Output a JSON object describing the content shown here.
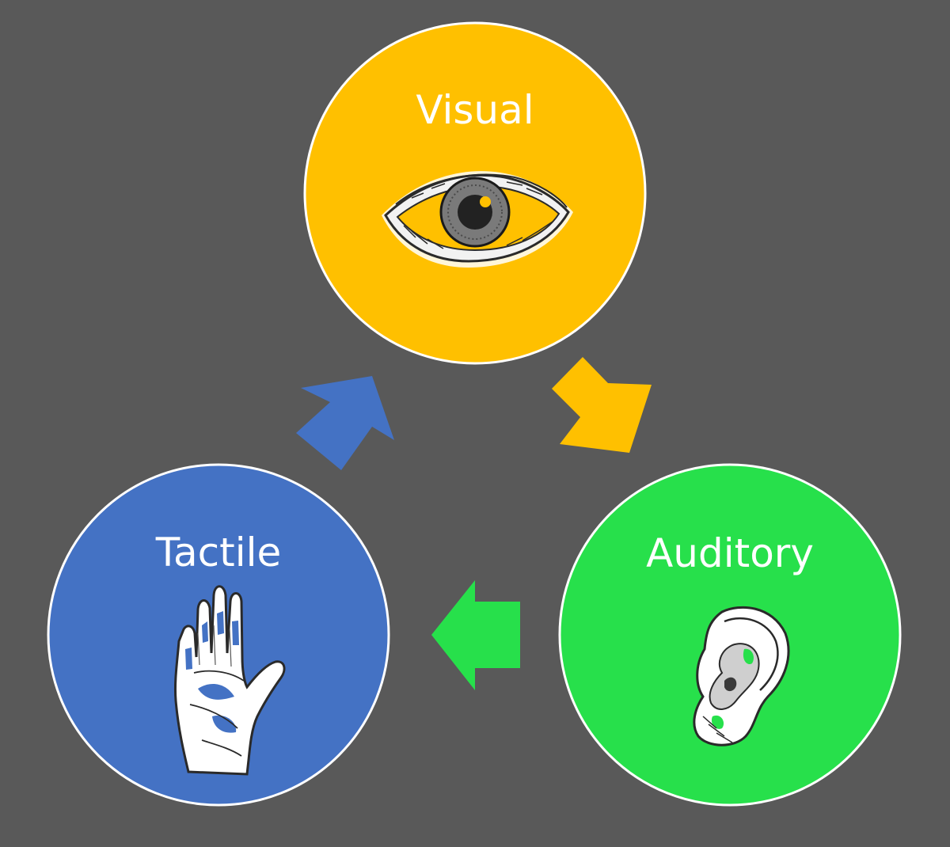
{
  "background": "#595959",
  "nodes": {
    "visual": {
      "label": "Visual",
      "color": "#ffc000",
      "icon": "eye-icon"
    },
    "auditory": {
      "label": "Auditory",
      "color": "#27e04b",
      "icon": "ear-icon"
    },
    "tactile": {
      "label": "Tactile",
      "color": "#4472c4",
      "icon": "hand-icon"
    }
  },
  "arrows": [
    {
      "from": "visual",
      "to": "auditory",
      "color": "#ffc000"
    },
    {
      "from": "auditory",
      "to": "tactile",
      "color": "#27e04b"
    },
    {
      "from": "tactile",
      "to": "visual",
      "color": "#4472c4"
    }
  ]
}
